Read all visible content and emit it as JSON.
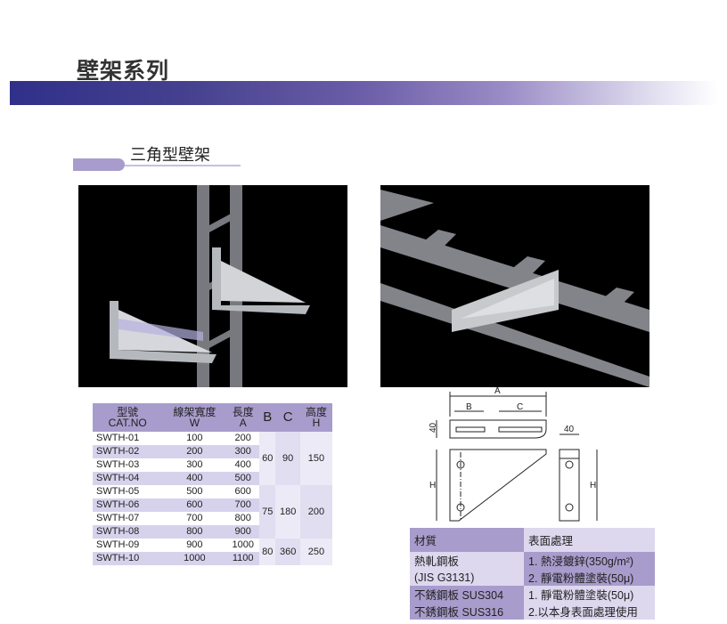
{
  "title": "壁架系列",
  "subtitle": "三角型壁架",
  "spec_table": {
    "headers": [
      {
        "zh": "型號",
        "en": "CAT.NO"
      },
      {
        "zh": "線架寬度",
        "en": "W"
      },
      {
        "zh": "長度",
        "en": "A"
      },
      {
        "zh": "",
        "en": "B"
      },
      {
        "zh": "",
        "en": "C"
      },
      {
        "zh": "高度",
        "en": "H"
      }
    ],
    "rows": [
      [
        "SWTH-01",
        "100",
        "200"
      ],
      [
        "SWTH-02",
        "200",
        "300"
      ],
      [
        "SWTH-03",
        "300",
        "400"
      ],
      [
        "SWTH-04",
        "400",
        "500"
      ],
      [
        "SWTH-05",
        "500",
        "600"
      ],
      [
        "SWTH-06",
        "600",
        "700"
      ],
      [
        "SWTH-07",
        "700",
        "800"
      ],
      [
        "SWTH-08",
        "800",
        "900"
      ],
      [
        "SWTH-09",
        "900",
        "1000"
      ],
      [
        "SWTH-10",
        "1000",
        "1100"
      ]
    ],
    "groups": [
      {
        "B": "60",
        "C": "90",
        "H": "150"
      },
      {
        "B": "75",
        "C": "180",
        "H": "200"
      },
      {
        "B": "80",
        "C": "360",
        "H": "250"
      }
    ]
  },
  "drawing": {
    "A": "A",
    "B": "B",
    "C": "C",
    "H": "H",
    "w40": "40",
    "h40": "40"
  },
  "material_table": {
    "headers": [
      "材質",
      "表面處理"
    ],
    "r1": [
      "熱軋鋼板",
      "1. 熱浸鍍鋅(350g/m²)"
    ],
    "r2": [
      "(JIS G3131)",
      "2. 靜電粉體塗裝(50μ)"
    ],
    "r3": [
      "不銹鋼板 SUS304",
      "1. 靜電粉體塗裝(50μ)"
    ],
    "r4": [
      "不銹鋼板 SUS316",
      "2.以本身表面處理使用"
    ]
  }
}
